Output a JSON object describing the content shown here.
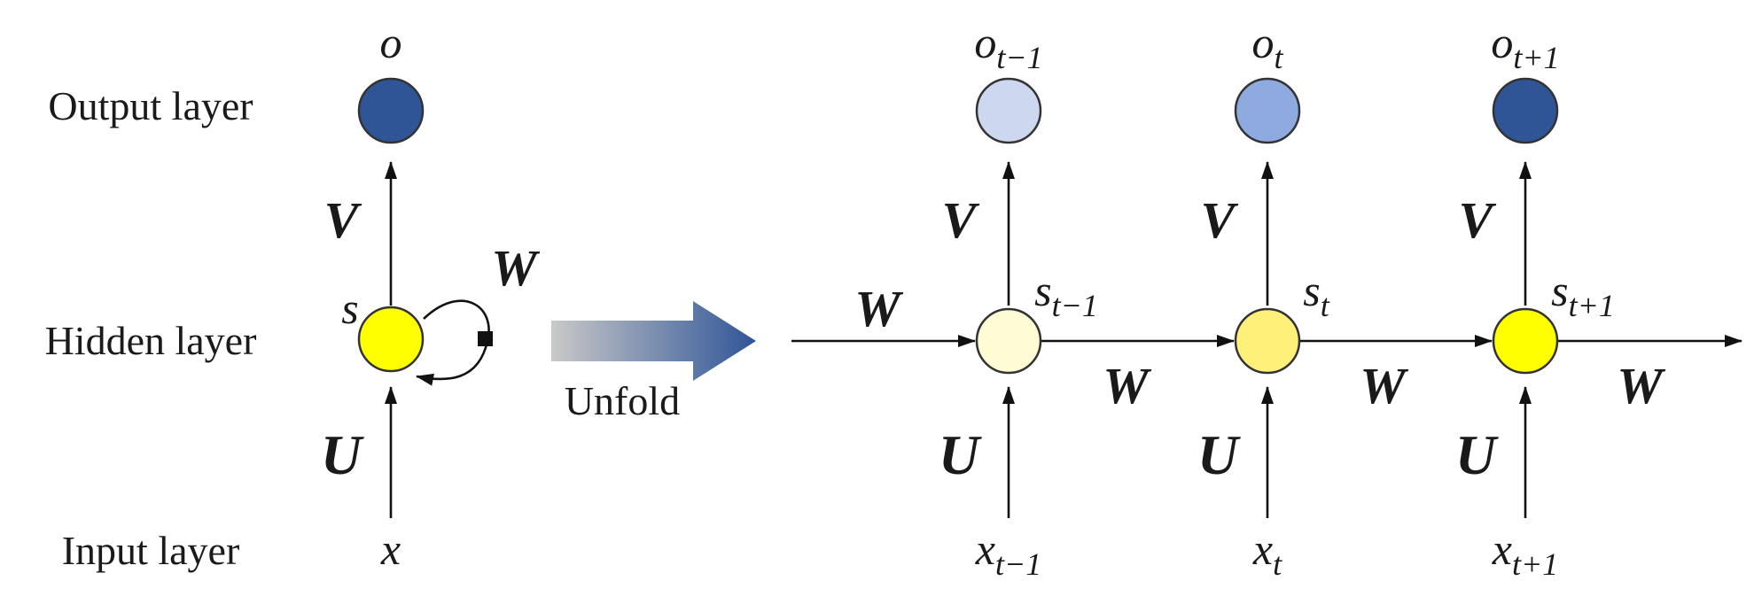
{
  "layers": {
    "output": "Output layer",
    "hidden": "Hidden layer",
    "input": "Input layer"
  },
  "unfold_label": "Unfold",
  "folded": {
    "output_node": {
      "name": "o",
      "color": "#2f5597"
    },
    "hidden_node": {
      "name": "s",
      "color": "#ffff00"
    },
    "input_name": "x",
    "weights": {
      "V": "V",
      "W": "W",
      "U": "U"
    }
  },
  "unfolded": {
    "steps": [
      {
        "output": {
          "base": "o",
          "sub": "t−1",
          "color": "#cdd8f0"
        },
        "hidden": {
          "base": "s",
          "sub": "t−1",
          "color": "#fffbd4"
        },
        "input": {
          "base": "x",
          "sub": "t−1"
        },
        "V": "V",
        "U": "U"
      },
      {
        "output": {
          "base": "o",
          "sub": "t",
          "color": "#8eaade"
        },
        "hidden": {
          "base": "s",
          "sub": "t",
          "color": "#fff07a"
        },
        "input": {
          "base": "x",
          "sub": "t"
        },
        "V": "V",
        "U": "U"
      },
      {
        "output": {
          "base": "o",
          "sub": "t+1",
          "color": "#2f5597"
        },
        "hidden": {
          "base": "s",
          "sub": "t+1",
          "color": "#ffff00"
        },
        "input": {
          "base": "x",
          "sub": "t+1"
        },
        "V": "V",
        "U": "U"
      }
    ],
    "recurrent_weight": "W"
  },
  "colors": {
    "arrow_gradient_start": "#c9c9c9",
    "arrow_gradient_end": "#2f5597",
    "stroke": "#111111"
  }
}
